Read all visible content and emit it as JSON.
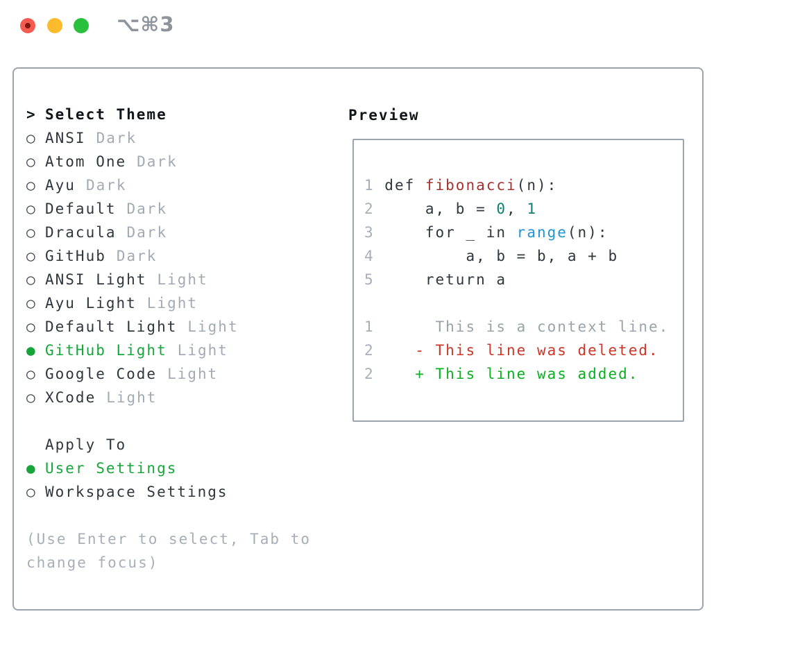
{
  "titlebar": {
    "title": "⌥⌘3"
  },
  "theme_picker": {
    "prompt": ">",
    "header": "Select Theme",
    "themes": [
      {
        "bullet": "○",
        "name": "ANSI",
        "tag": "Dark",
        "selected": false
      },
      {
        "bullet": "○",
        "name": "Atom One",
        "tag": "Dark",
        "selected": false
      },
      {
        "bullet": "○",
        "name": "Ayu",
        "tag": "Dark",
        "selected": false
      },
      {
        "bullet": "○",
        "name": "Default",
        "tag": "Dark",
        "selected": false
      },
      {
        "bullet": "○",
        "name": "Dracula",
        "tag": "Dark",
        "selected": false
      },
      {
        "bullet": "○",
        "name": "GitHub",
        "tag": "Dark",
        "selected": false
      },
      {
        "bullet": "○",
        "name": "ANSI Light",
        "tag": "Light",
        "selected": false
      },
      {
        "bullet": "○",
        "name": "Ayu Light",
        "tag": "Light",
        "selected": false
      },
      {
        "bullet": "○",
        "name": "Default Light",
        "tag": "Light",
        "selected": false
      },
      {
        "bullet": "●",
        "name": "GitHub Light",
        "tag": "Light",
        "selected": true
      },
      {
        "bullet": "○",
        "name": "Google Code",
        "tag": "Light",
        "selected": false
      },
      {
        "bullet": "○",
        "name": "XCode",
        "tag": "Light",
        "selected": false
      }
    ]
  },
  "apply_to": {
    "header": "Apply To",
    "options": [
      {
        "bullet": "●",
        "name": "User Settings",
        "selected": true
      },
      {
        "bullet": "○",
        "name": "Workspace Settings",
        "selected": false
      }
    ]
  },
  "hint": "(Use Enter to select, Tab to change focus)",
  "preview": {
    "header": "Preview",
    "lines": [
      {
        "num": "1",
        "tokens": [
          {
            "t": " def "
          },
          {
            "t": "fibonacci"
          },
          {
            "t": "(n):"
          }
        ]
      },
      {
        "num": "2",
        "tokens": [
          {
            "t": "     a, b = "
          },
          {
            "t": "0"
          },
          {
            "t": ", "
          },
          {
            "t": "1"
          }
        ]
      },
      {
        "num": "3",
        "tokens": [
          {
            "t": "     for _ in "
          },
          {
            "t": "range"
          },
          {
            "t": "(n):"
          }
        ]
      },
      {
        "num": "4",
        "tokens": [
          {
            "t": "         a, b = b, a + b"
          }
        ]
      },
      {
        "num": "5",
        "tokens": [
          {
            "t": "     return a"
          }
        ]
      },
      {
        "num": "1",
        "tokens": [
          {
            "t": "      This is a context line."
          }
        ]
      },
      {
        "num": "2",
        "tokens": [
          {
            "t": "    - This line was deleted."
          }
        ]
      },
      {
        "num": "2",
        "tokens": [
          {
            "t": "    + This line was added."
          }
        ]
      }
    ]
  },
  "colors": {
    "text_dark": "#2f363d",
    "text_muted": "#a2aab4",
    "selection_green": "#17a53b",
    "diff_added_green": "#0bb021",
    "diff_deleted_red": "#cd3527",
    "function_red": "#a23430",
    "number_teal": "#0d7e72",
    "builtin_blue": "#2095d2",
    "border_gray": "#9aa4ae",
    "traffic_red": "#f45b51",
    "traffic_yellow": "#fcba2d",
    "traffic_green": "#2ac03e"
  }
}
